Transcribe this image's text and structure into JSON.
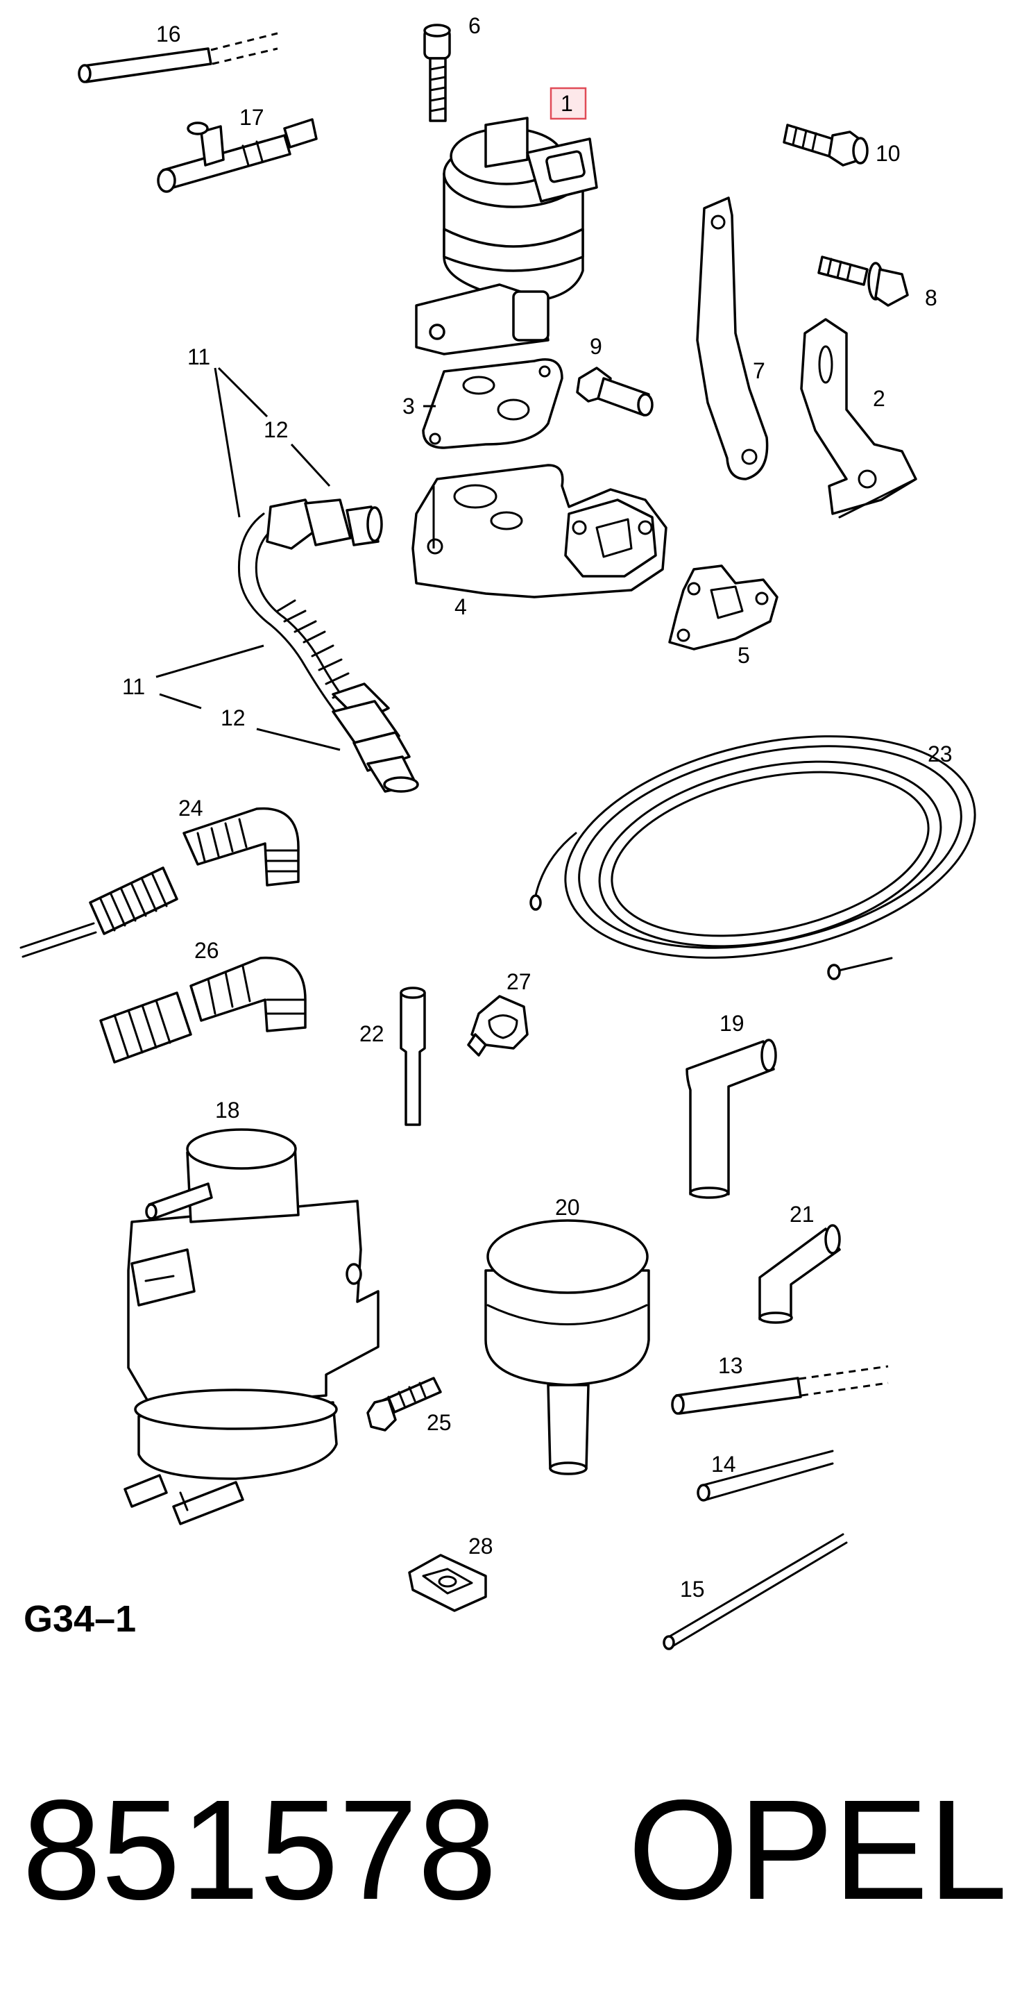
{
  "figure_code": "G34–1",
  "footer": {
    "part_number": "851578",
    "brand": "OPEL"
  },
  "highlight_color": "#e04b57",
  "callouts": {
    "c1": "1",
    "c2": "2",
    "c3": "3",
    "c4": "4",
    "c5": "5",
    "c6": "6",
    "c7": "7",
    "c8": "8",
    "c9": "9",
    "c10": "10",
    "c11a": "11",
    "c11b": "11",
    "c12a": "12",
    "c12b": "12",
    "c13": "13",
    "c14": "14",
    "c15": "15",
    "c16": "16",
    "c17": "17",
    "c18": "18",
    "c19": "19",
    "c20": "20",
    "c21": "21",
    "c22": "22",
    "c23": "23",
    "c24": "24",
    "c25": "25",
    "c26": "26",
    "c27": "27",
    "c28": "28"
  },
  "highlighted_callout": "1"
}
